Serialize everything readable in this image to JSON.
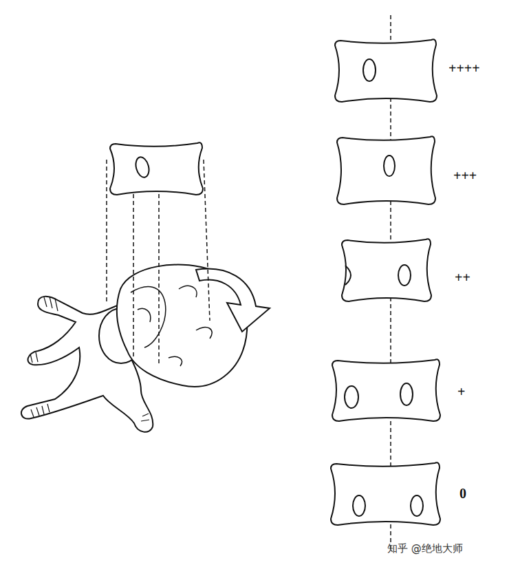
{
  "diagram": {
    "labels": [
      "++++",
      "+++",
      "++",
      "+",
      "0",
      "知乎 @绝地大师"
    ]
  }
}
